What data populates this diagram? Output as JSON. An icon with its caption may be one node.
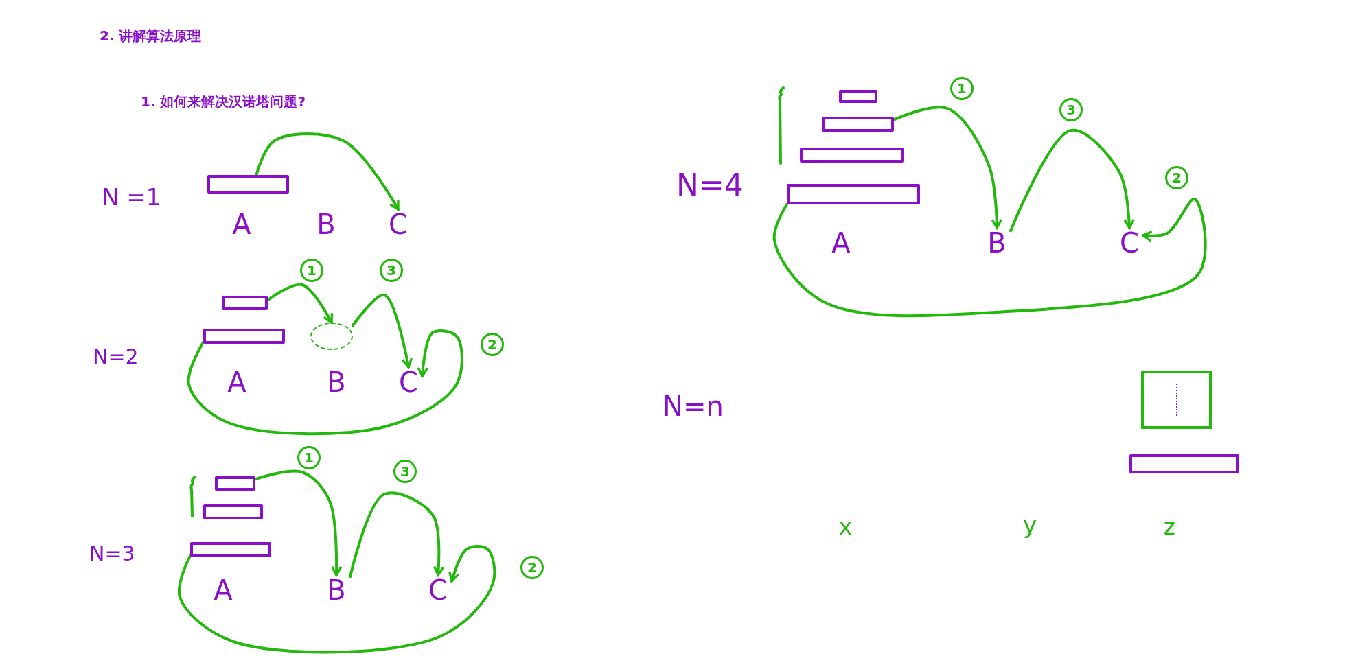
{
  "diagram": {
    "title": "2. 讲解算法原理",
    "nodes": [
      {
        "text": [],
        "shape": "bar"
      },
      {
        "text": [
          "A"
        ]
      },
      {
        "text": [
          "B"
        ]
      },
      {
        "text": [
          "C"
        ]
      },
      {
        "text": [],
        "shape": "bar"
      },
      {
        "text": [],
        "shape": "bar"
      },
      {
        "text": [],
        "shape": "circle"
      },
      {
        "text": [
          "A"
        ]
      },
      {
        "text": [
          "B"
        ]
      },
      {
        "text": [
          "C"
        ]
      },
      {
        "text": [],
        "shape": "bar"
      },
      {
        "text": [],
        "shape": "bar"
      },
      {
        "text": [],
        "shape": "bar"
      },
      {
        "text": [
          "A"
        ]
      },
      {
        "text": [
          "B"
        ]
      },
      {
        "text": [
          "C"
        ]
      },
      {
        "text": [],
        "shape": "bar"
      },
      {
        "text": [],
        "shape": "bar"
      },
      {
        "text": [],
        "shape": "bar"
      },
      {
        "text": [],
        "shape": "bar"
      },
      {
        "text": [
          "A"
        ]
      },
      {
        "text": [
          "B"
        ]
      },
      {
        "text": [
          "C"
        ]
      },
      {
        "text": [],
        "shape": "box"
      },
      {
        "text": [],
        "shape": "bar"
      }
    ],
    "edges": [
      {
        "from": 0,
        "to": 3,
        "arrow": "to"
      },
      {
        "from": 4,
        "to": 6,
        "arrow": "to",
        "label": "1"
      },
      {
        "from": 6,
        "to": 9,
        "arrow": "to",
        "label": "3"
      },
      {
        "from": 5,
        "to": 9,
        "arrow": "to",
        "label": "2"
      },
      {
        "from": 10,
        "to": 14,
        "arrow": "to",
        "label": "1"
      },
      {
        "from": 14,
        "to": 15,
        "arrow": "to",
        "label": "3"
      },
      {
        "from": 12,
        "to": 15,
        "arrow": "to",
        "label": "2"
      },
      {
        "from": 17,
        "to": 21,
        "arrow": "to",
        "label": "1"
      },
      {
        "from": 21,
        "to": 22,
        "arrow": "to",
        "label": "3"
      },
      {
        "from": 19,
        "to": 22,
        "arrow": "to",
        "label": "2"
      }
    ],
    "labels": [
      "1. 如何来解决汉诺塔问题?",
      "N =1",
      "N=2",
      "N=3",
      "N=4",
      "N=n",
      "x",
      "y",
      "z"
    ]
  }
}
